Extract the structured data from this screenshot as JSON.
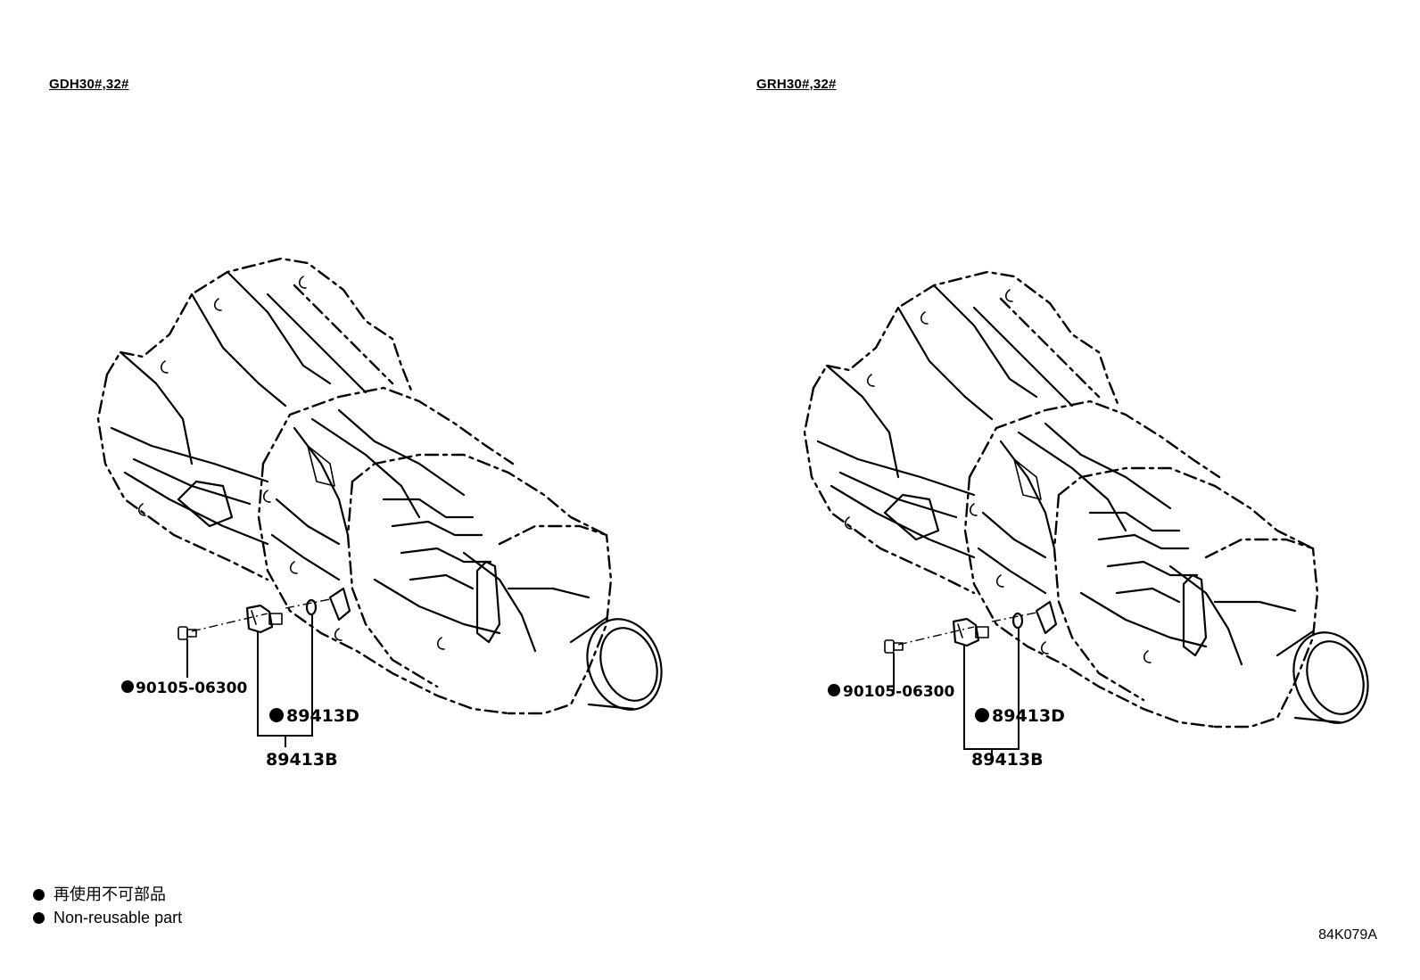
{
  "models": {
    "left": "GDH30#,32#",
    "right": "GRH30#,32#"
  },
  "parts": {
    "bolt": "90105-06300",
    "seal": "89413D",
    "sensor": "89413B"
  },
  "legend": {
    "jp": "再使用不可部品",
    "en": "Non-reusable part"
  },
  "figure_code": "84K079A"
}
